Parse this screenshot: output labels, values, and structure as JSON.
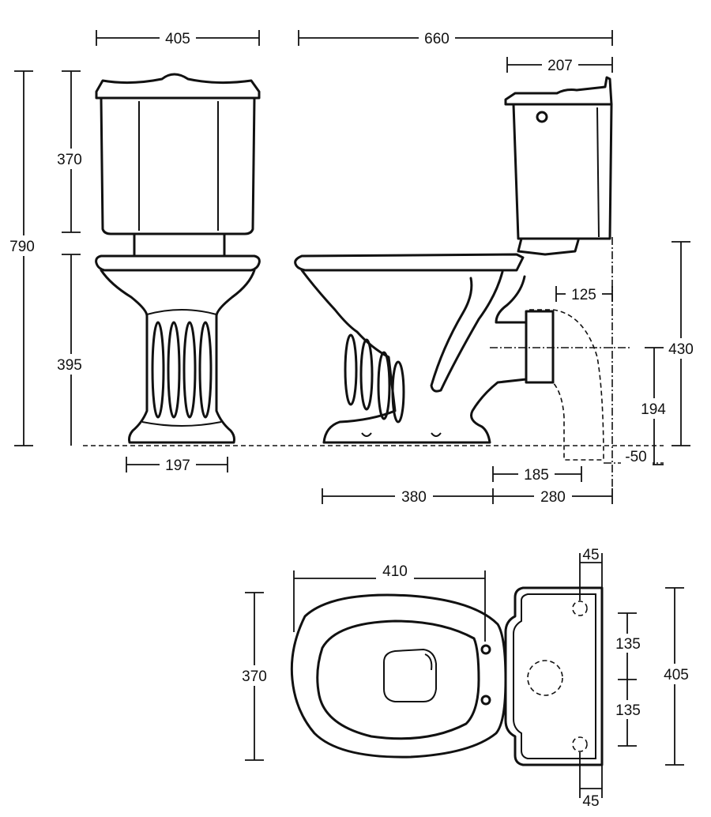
{
  "diagram": {
    "dimensions": {
      "front_tank_width": "405",
      "side_overall_depth": "660",
      "side_tank_depth": "207",
      "front_total_height": "790",
      "front_tank_height": "370",
      "front_bowl_height": "395",
      "front_base_width": "197",
      "side_outlet_offset": "125",
      "side_height_430": "430",
      "side_height_194": "194",
      "side_minus_50": "-50",
      "side_185": "185",
      "side_380": "380",
      "side_280": "280",
      "plan_seat_length": "410",
      "plan_seat_width": "370",
      "plan_tank_width": "405",
      "plan_top_45": "45",
      "plan_bottom_45": "45",
      "plan_upper_135": "135",
      "plan_lower_135": "135"
    }
  }
}
